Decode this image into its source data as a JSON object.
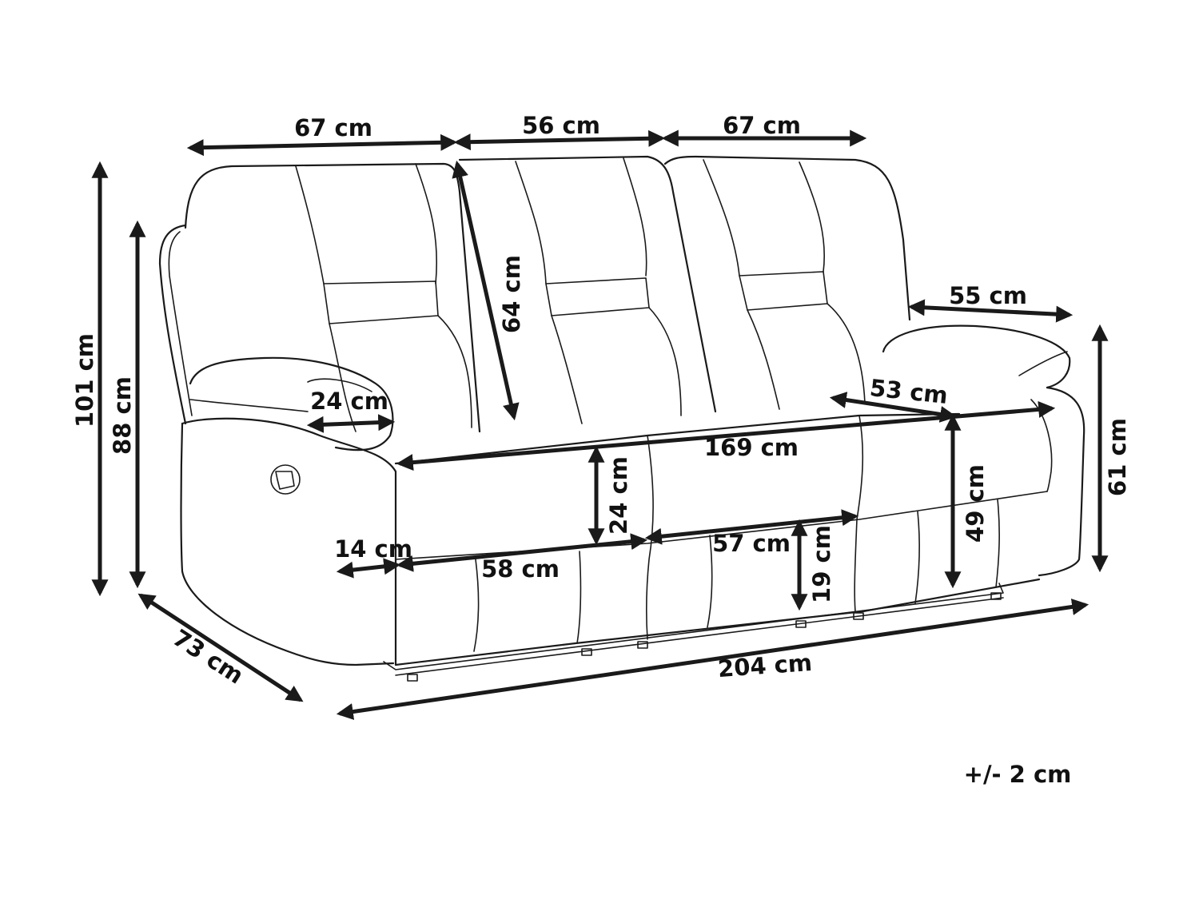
{
  "dimensions": {
    "armrest_depth_top": "67 cm",
    "middle_seat_width_top": "56 cm",
    "right_section_top": "67 cm",
    "backrest_height": "64 cm",
    "right_armrest_length": "55 cm",
    "total_height": "101 cm",
    "back_height": "88 cm",
    "armrest_width": "24 cm",
    "seat_depth": "53 cm",
    "seat_width_total": "169 cm",
    "armrest_height": "61 cm",
    "cushion_thickness": "24 cm",
    "seat_height": "49 cm",
    "side_panel": "14 cm",
    "left_seat_width": "58 cm",
    "middle_seat_width": "57 cm",
    "leg_height": "19 cm",
    "depth": "73 cm",
    "total_width": "204 cm"
  },
  "tolerance": "+/- 2 cm"
}
